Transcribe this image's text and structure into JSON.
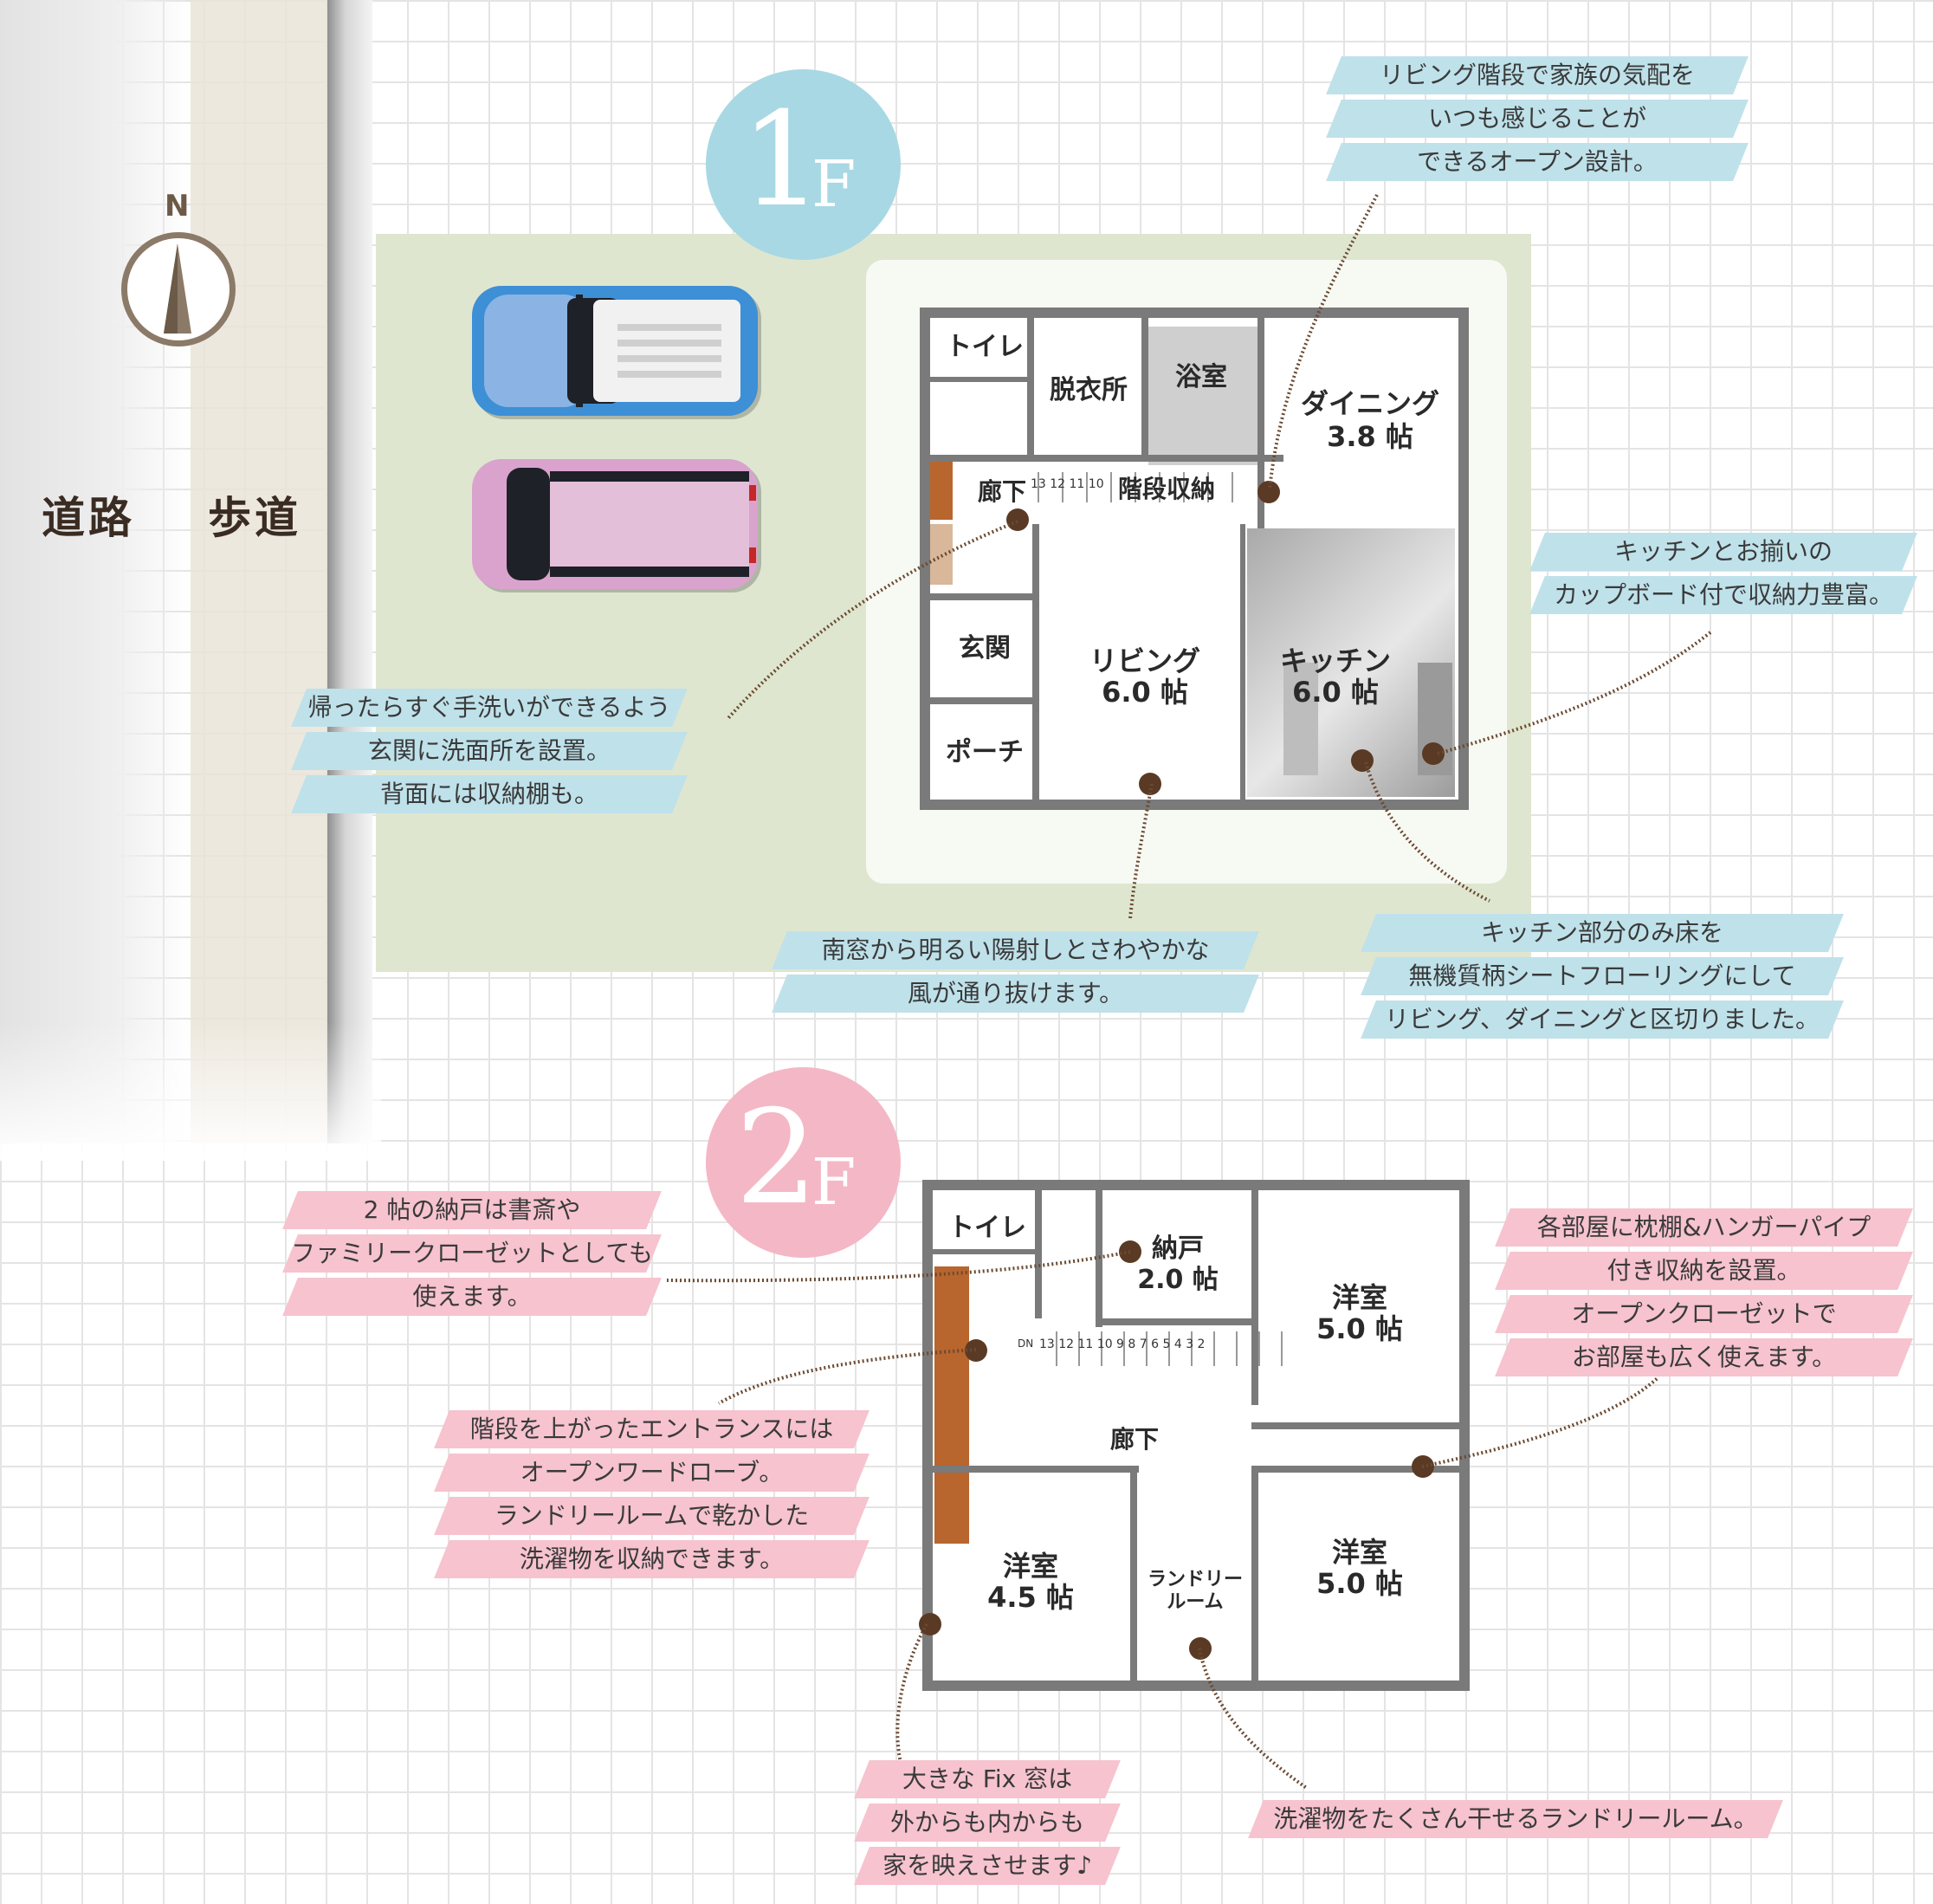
{
  "street": {
    "road": "道路",
    "sidewalk": "歩道",
    "north": "N"
  },
  "floors": [
    {
      "label_num": "1",
      "label_suffix": "F",
      "color": "#a8d8e4"
    },
    {
      "label_num": "2",
      "label_suffix": "F",
      "color": "#f4b7c6"
    }
  ],
  "rooms_1f": {
    "toilet": "トイレ",
    "dressing": "脱衣所",
    "bath": "浴室",
    "dining": "ダイニング",
    "dining_size": "3.8 帖",
    "hall": "廊下",
    "stair_storage": "階段収納",
    "entrance": "玄関",
    "living": "リビング",
    "living_size": "6.0 帖",
    "kitchen": "キッチン",
    "kitchen_size": "6.0 帖",
    "porch": "ポーチ",
    "stair_numbers": "13 12 11 10"
  },
  "rooms_2f": {
    "toilet": "トイレ",
    "storeroom": "納戸",
    "storeroom_size": "2.0 帖",
    "room_ne": "洋室",
    "room_ne_size": "5.0 帖",
    "stair_numbers": "13 12 11 10 9 8 7 6 5 4 3 2",
    "stair_dn": "DN",
    "hall": "廊下",
    "room_sw": "洋室",
    "room_sw_size": "4.5 帖",
    "laundry": "ランドリー",
    "laundry2": "ルーム",
    "room_se": "洋室",
    "room_se_size": "5.0 帖"
  },
  "notes": {
    "stairs": [
      "リビング階段で家族の気配を",
      "いつも感じることが",
      "できるオープン設計。"
    ],
    "cupboard": [
      "キッチンとお揃いの",
      "カップボード付で収納力豊富。"
    ],
    "entrance": [
      "帰ったらすぐ手洗いができるよう",
      "玄関に洗面所を設置。",
      "背面には収納棚も。"
    ],
    "south_window": [
      "南窓から明るい陽射しとさわやかな",
      "風が通り抜けます。"
    ],
    "kitchen_floor": [
      "キッチン部分のみ床を",
      "無機質柄シートフローリングにして",
      "リビング、ダイニングと区切りました。"
    ],
    "storeroom": [
      "2 帖の納戸は書斎や",
      "ファミリークローゼットとしても",
      "使えます。"
    ],
    "wardrobe": [
      "階段を上がったエントランスには",
      "オープンワードローブ。",
      "ランドリールームで乾かした",
      "洗濯物を収納できます。"
    ],
    "closets": [
      "各部屋に枕棚&ハンガーパイプ",
      "付き収納を設置。",
      "オープンクローゼットで",
      "お部屋も広く使えます。"
    ],
    "fix_window": [
      "大きな Fix 窓は",
      "外からも内からも",
      "家を映えさせます♪"
    ],
    "laundry": [
      "洗濯物をたくさん干せるランドリールーム。"
    ]
  },
  "colors": {
    "note_blue": "#bfe1ea",
    "note_pink": "#f6c3cf",
    "car_blue": "#3d8fd6",
    "car_pink": "#d9a3cd",
    "wood": "#b8652e"
  }
}
